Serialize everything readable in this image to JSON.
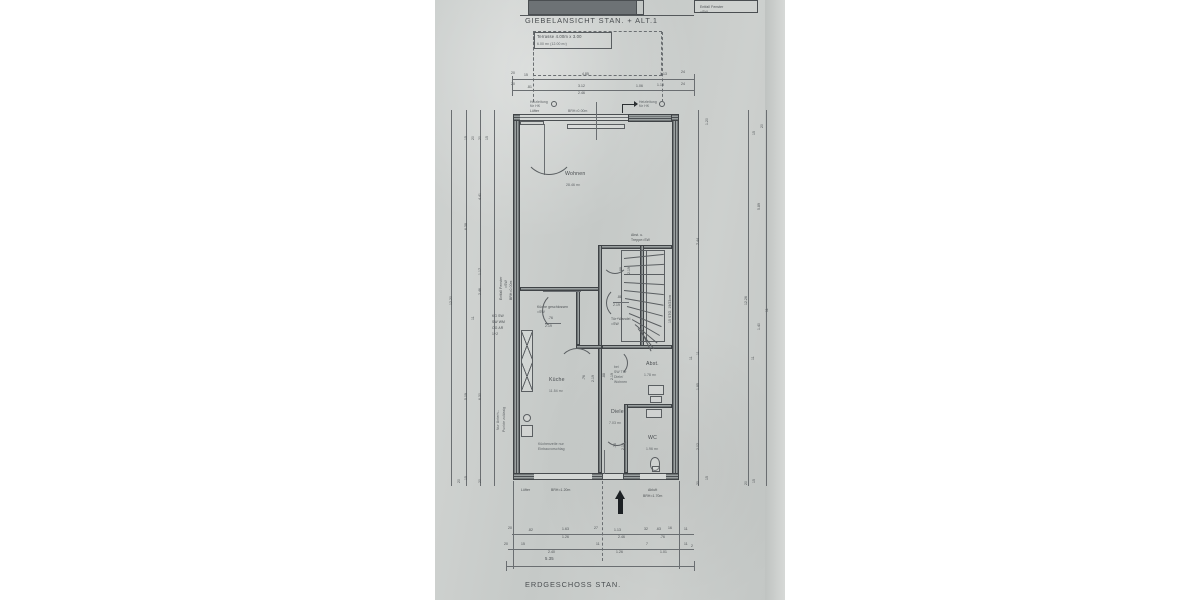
{
  "document": {
    "kind": "architectural-floor-plan-photo",
    "language": "de",
    "paper_tone": "#c9cdcb",
    "ink_color": "#4a4e51"
  },
  "titles": {
    "top": "GIEBELANSICHT STAN.  +  ALT.1",
    "bottom": "ERDGESCHOSS STAN."
  },
  "notes": {
    "entfall_fenster": "Entfall Fenster\n=SW",
    "entfall_fenster_line1": "Entfall Fenster",
    "entfall_fenster_line2": "=SW",
    "terrasse_title": "Terrasse 4.00m x 3.00",
    "terrasse_area": "6.00 m² (12.00 m²)",
    "heiz_left_1": "Heizleitung",
    "heiz_left_2": "für HK",
    "luefter_top": "Lüfter",
    "brh_000": "BRH=0.00m",
    "heiz_right_1": "Heizleitung",
    "heiz_right_2": "für HK",
    "kueche_geschlossen_1": "Küche geschlossen",
    "kueche_geschlossen_2": "=SW",
    "abst_treppe_1": "Abst.  u.",
    "abst_treppe_2": "Treppe=SW",
    "tuer_wandel_1": "Tür+Wandel",
    "tuer_wandel_2": "=SW",
    "bei_sw_tuer_1": "bei",
    "bei_sw_tuer_2": "SW TÜr",
    "bei_sw_tuer_3": "Diele/",
    "bei_sw_tuer_4": "Wohnen",
    "stair_note": "15 STG. 19/23cm",
    "kuechenzeile_1": "Küchenzeile nur",
    "kuechenzeile_2": "Einbauvorschlag",
    "left_side_note_1": "KG SW",
    "left_side_note_2": "SW WM",
    "left_side_note_3": "OG AR",
    "left_side_note_4": "1+2",
    "nur_unterh_1": "Nur Unterh.-",
    "nur_unterh_2": "Punkte zulässig",
    "entfall_fenster_left_1": "Entfall Fenster",
    "entfall_fenster_left_2": "=SW",
    "brh_000_left": "BRH=0.00m",
    "luefter_bottom": "Lüfter",
    "brh_120": "BRH=1.20m",
    "abluft": "Abluft",
    "brh_170": "BRH=1.70m"
  },
  "rooms": [
    {
      "name": "Wohnen",
      "area": "28.46 m²"
    },
    {
      "name": "Küche",
      "area": "11.54 m²"
    },
    {
      "name": "Diele",
      "area": "7.03 m²"
    },
    {
      "name": "Abst.",
      "area": "1.78 m²"
    },
    {
      "name": "WC",
      "area": "1.96 m²"
    }
  ],
  "door_dims": [
    {
      "id": "kueche-door",
      "width": ".76",
      "height": "2.19"
    },
    {
      "id": "diele-kueche-door",
      "width": ".88",
      "height": "2.19"
    },
    {
      "id": "treppe-door",
      "width": ".88",
      "height": "2.19"
    },
    {
      "id": "abst-door",
      "width": ".88",
      "height": "2.19"
    },
    {
      "id": "wc-door",
      "width": ".76",
      "height": "2.19"
    },
    {
      "id": "wohnen-door",
      "width": ".88",
      "height": "2.19"
    },
    {
      "id": "kueche-diele-door",
      "width": ".76",
      "height": "2.19"
    }
  ],
  "dimensions": {
    "top_chain_1": [
      "20",
      "15",
      "4.85",
      "1.13",
      "24"
    ],
    "top_chain_2": [
      "20",
      ".81",
      "3.12",
      "1.06",
      "1.13",
      "24"
    ],
    "top_chain_3": [
      "2.46"
    ],
    "left_chain_outer": [
      "12.20"
    ],
    "left_chain_mid": [
      "15",
      "20",
      "20",
      "15",
      "6.38",
      "5.09",
      "20",
      "15"
    ],
    "left_chain_inner": [
      "4.41",
      "1.17",
      "2.46",
      "11",
      "6.30",
      "20"
    ],
    "right_chain_inner": [
      "1.20",
      "7.44",
      "11",
      "1.85",
      "2.02",
      "11",
      "15",
      "20"
    ],
    "right_chain_outer": [
      "15",
      "20",
      "5.89",
      "12.26",
      "1.40",
      "11",
      "11",
      "20",
      "15"
    ],
    "bottom_chain_1": [
      "20",
      ".82",
      "1.63",
      "27",
      "1.13",
      "32",
      ".63",
      "16",
      "11"
    ],
    "bottom_chain_2": [
      "1.26",
      "2.46",
      ".76"
    ],
    "bottom_chain_3": [
      "20",
      "15",
      "2.40",
      "11",
      "1.26",
      "7",
      "1.01",
      "11",
      "2"
    ],
    "bottom_total": "5.35"
  }
}
